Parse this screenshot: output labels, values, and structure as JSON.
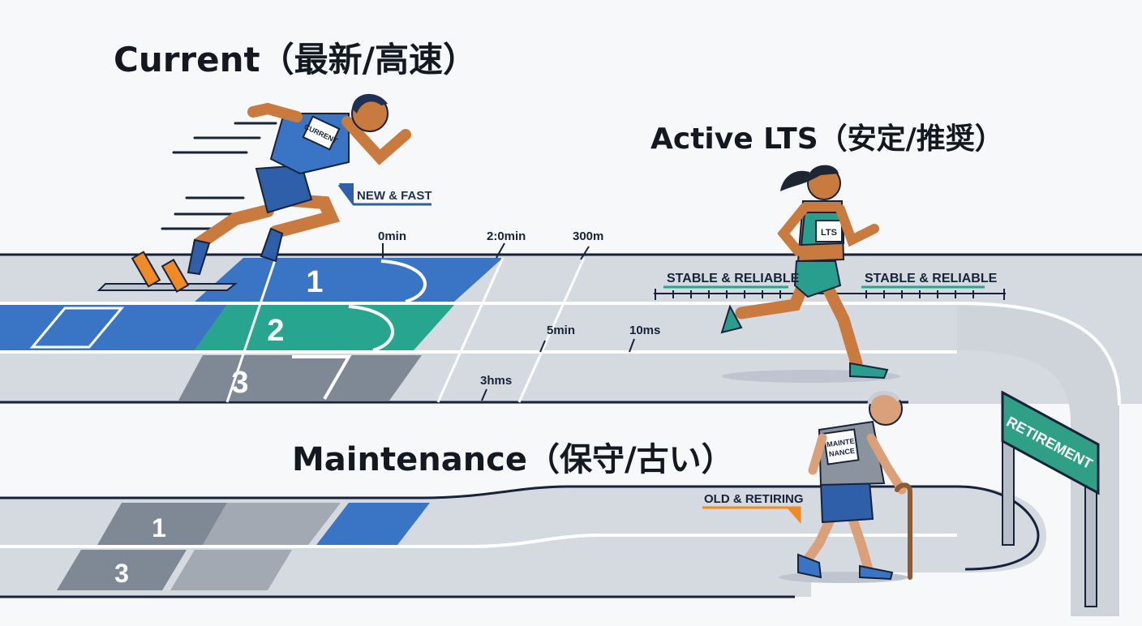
{
  "headings": {
    "current": "Current（最新/高速）",
    "active_lts": "Active LTS（安定/推奨）",
    "maintenance": "Maintenance（保守/古い）"
  },
  "tags": {
    "new_fast": "NEW & FAST",
    "stable_1": "STABLE & RELIABLE",
    "stable_2": "STABLE & RELIABLE",
    "old_retiring": "OLD & RETIRING"
  },
  "bibs": {
    "current": "CURRENT",
    "lts": "LTS",
    "maintenance_line1": "MAINTE",
    "maintenance_line2": "NANCE"
  },
  "distance_marks": [
    "0min",
    "2:0min",
    "300m",
    "5min",
    "10ms",
    "3hms"
  ],
  "lane_numbers": [
    "1",
    "2",
    "3"
  ],
  "maintenance_lane_numbers": [
    "1",
    "3"
  ],
  "gate_sign": "RETIREMENT",
  "colors": {
    "blue": "#3a74c4",
    "teal": "#27a58e",
    "gray_lane": "#7f8895",
    "track": "#d5d9e0",
    "outline": "#17233a",
    "orange": "#f08a24",
    "sign_green": "#2f9f86"
  }
}
